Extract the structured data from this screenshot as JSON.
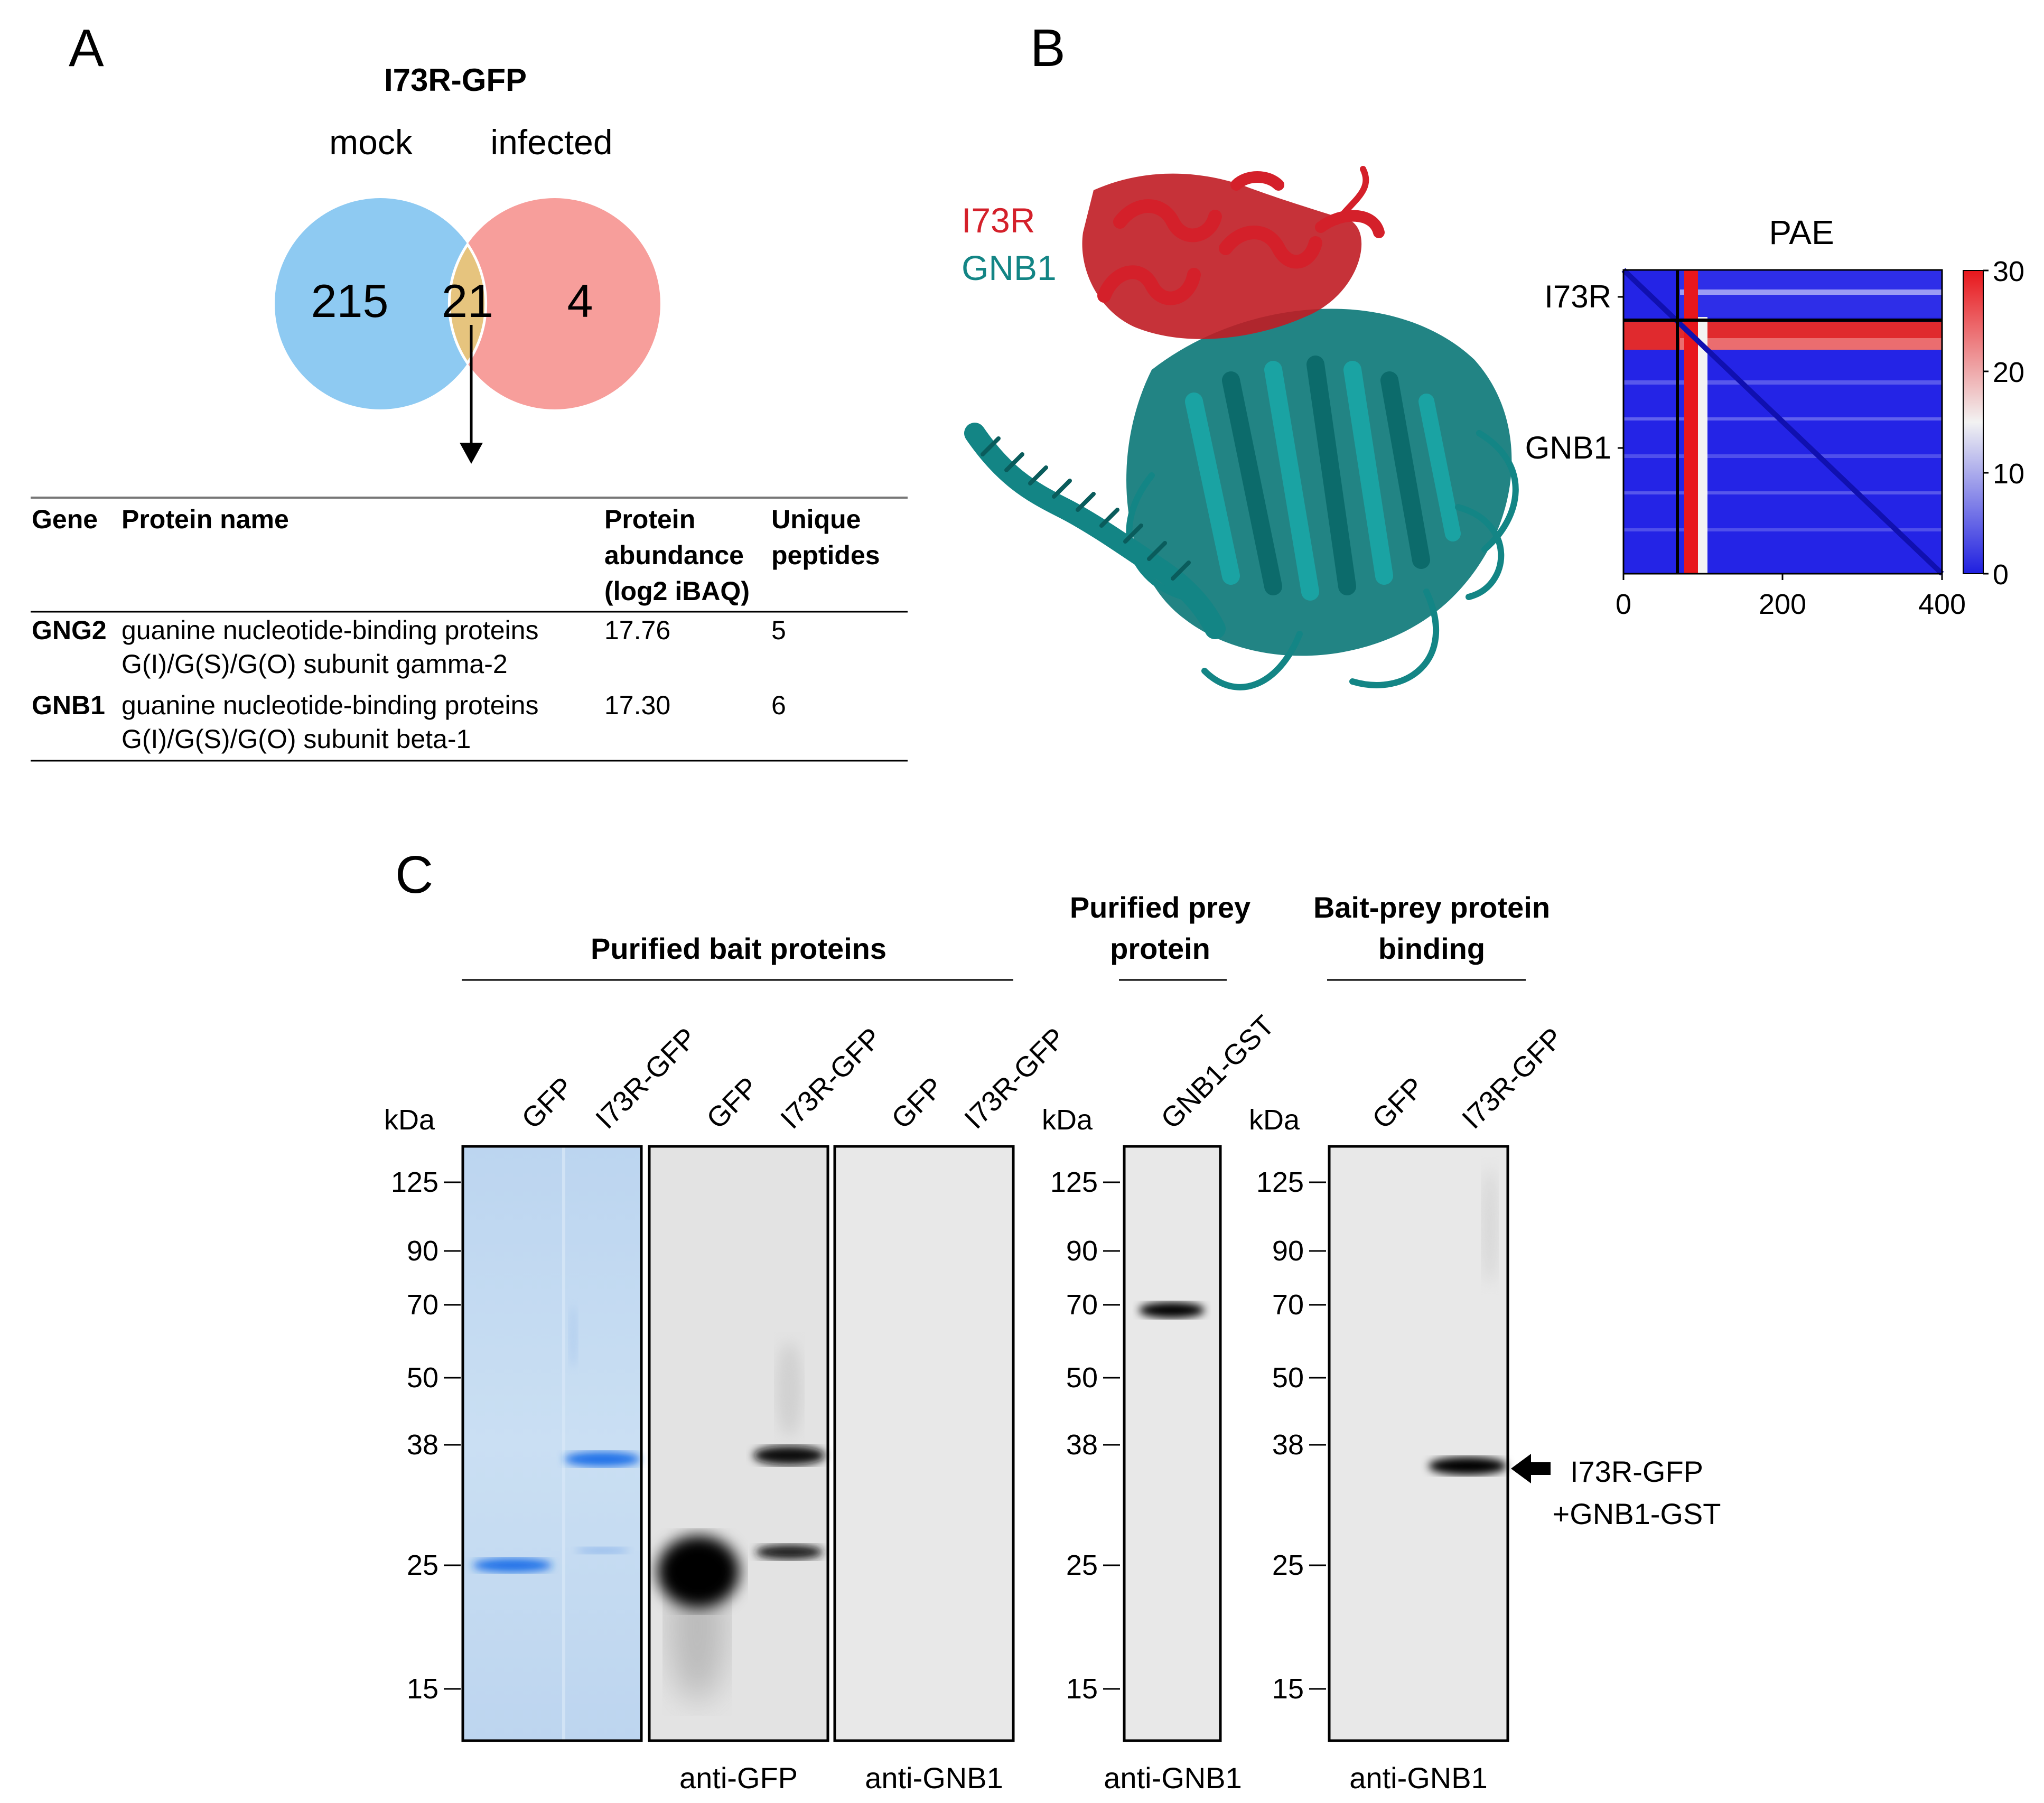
{
  "panel_labels": [
    "A",
    "B",
    "C"
  ],
  "panelA": {
    "title": "I73R-GFP",
    "venn": {
      "left_label": "mock",
      "right_label": "infected",
      "left_only": "215",
      "overlap": "21",
      "right_only": "4",
      "left_color": "#8ECAF2",
      "right_color": "#F79E9B",
      "overlap_color": "#E6C47E"
    },
    "table": {
      "headers": {
        "gene": "Gene",
        "protein": "Protein name",
        "abundance": [
          "Protein",
          "abundance",
          "(log2 iBAQ)"
        ],
        "peptides": [
          "Unique",
          "peptides"
        ]
      },
      "rows": [
        {
          "gene": "GNG2",
          "protein": [
            "guanine nucleotide-binding proteins",
            "G(I)/G(S)/G(O) subunit gamma-2"
          ],
          "abundance": "17.76",
          "peptides": "5"
        },
        {
          "gene": "GNB1",
          "protein": [
            "guanine nucleotide-binding proteins",
            "G(I)/G(S)/G(O) subunit beta-1"
          ],
          "abundance": "17.30",
          "peptides": "6"
        }
      ]
    }
  },
  "panelB": {
    "structure_labels": {
      "i73r": "I73R",
      "gnb1": "GNB1"
    },
    "structure_colors": {
      "i73r": "#D4202A",
      "gnb1": "#138585"
    },
    "pae": {
      "title": "PAE",
      "y_labels": [
        "I73R",
        "GNB1"
      ],
      "x_ticks": [
        "0",
        "200",
        "400"
      ],
      "colorbar_ticks": [
        "30",
        "20",
        "10",
        "0"
      ],
      "colors": {
        "low": "#1F1FE0",
        "high": "#E8171C",
        "mid": "#F2F2F2"
      }
    }
  },
  "panelC": {
    "group_headers": {
      "bait": "Purified bait proteins",
      "prey": [
        "Purified prey",
        "protein"
      ],
      "binding": [
        "Bait-prey protein",
        "binding"
      ]
    },
    "kda_label": "kDa",
    "markers": [
      "125",
      "90",
      "70",
      "50",
      "38",
      "25",
      "15"
    ],
    "lanes": {
      "coomassie": [
        "GFP",
        "I73R-GFP"
      ],
      "anti_gfp": [
        "GFP",
        "I73R-GFP"
      ],
      "anti_gnb1_bait": [
        "GFP",
        "I73R-GFP"
      ],
      "prey": [
        "GNB1-GST"
      ],
      "binding": [
        "GFP",
        "I73R-GFP"
      ]
    },
    "blot_labels": {
      "anti_gfp": "anti-GFP",
      "anti_gnb1_a": "anti-GNB1",
      "anti_gnb1_b": "anti-GNB1",
      "anti_gnb1_c": "anti-GNB1"
    },
    "arrow_label": [
      "I73R-GFP",
      "+GNB1-GST"
    ],
    "gel_color": "#C9DDF2",
    "band_color": "#1F6FE8"
  }
}
